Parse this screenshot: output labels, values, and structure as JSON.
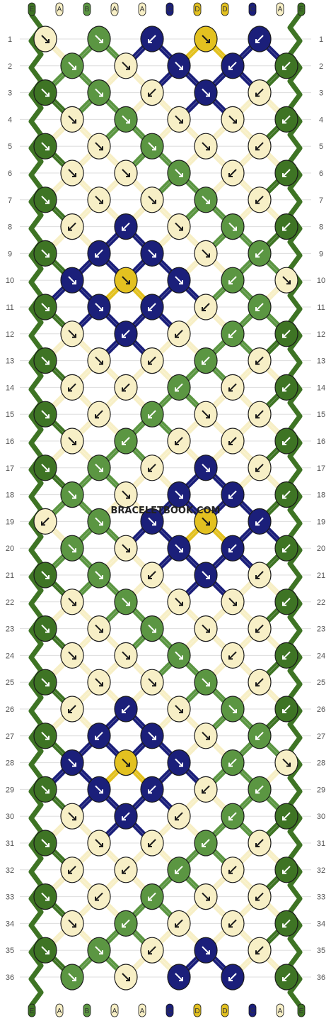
{
  "watermark": "BRACELETBOOK.COM",
  "strand_labels_top": [
    "E",
    "A",
    "B",
    "A",
    "A",
    "C",
    "D",
    "D",
    "C",
    "A",
    "E"
  ],
  "strand_labels_bottom": [
    "E",
    "A",
    "B",
    "A",
    "A",
    "C",
    "D",
    "D",
    "C",
    "A",
    "E"
  ],
  "row_count": 36,
  "colors": {
    "A": "#f7efc6",
    "B": "#5b9642",
    "C": "#1b1f7a",
    "D": "#e3c120",
    "E": "#3e7424",
    "outline": "#1a1a1a",
    "grid": "#dddddd"
  },
  "knot_colors": [
    [
      "A",
      "B",
      "C",
      "D",
      "C"
    ],
    [
      "B",
      "A",
      "C",
      "C",
      "E"
    ],
    [
      "E",
      "B",
      "A",
      "C",
      "A"
    ],
    [
      "A",
      "B",
      "A",
      "A",
      "E"
    ],
    [
      "E",
      "A",
      "B",
      "A",
      "A"
    ],
    [
      "A",
      "A",
      "B",
      "A",
      "E"
    ],
    [
      "E",
      "A",
      "A",
      "B",
      "A"
    ],
    [
      "A",
      "C",
      "A",
      "B",
      "E"
    ],
    [
      "E",
      "C",
      "C",
      "A",
      "B"
    ],
    [
      "C",
      "D",
      "C",
      "B",
      "A"
    ],
    [
      "E",
      "C",
      "C",
      "A",
      "B"
    ],
    [
      "A",
      "C",
      "A",
      "B",
      "E"
    ],
    [
      "E",
      "A",
      "A",
      "B",
      "A"
    ],
    [
      "A",
      "A",
      "B",
      "A",
      "E"
    ],
    [
      "E",
      "A",
      "B",
      "A",
      "A"
    ],
    [
      "A",
      "B",
      "A",
      "A",
      "E"
    ],
    [
      "E",
      "B",
      "A",
      "C",
      "A"
    ],
    [
      "B",
      "A",
      "C",
      "C",
      "E"
    ],
    [
      "A",
      "B",
      "C",
      "D",
      "C"
    ],
    [
      "B",
      "A",
      "C",
      "C",
      "E"
    ],
    [
      "E",
      "B",
      "A",
      "C",
      "A"
    ],
    [
      "A",
      "B",
      "A",
      "A",
      "E"
    ],
    [
      "E",
      "A",
      "B",
      "A",
      "A"
    ],
    [
      "A",
      "A",
      "B",
      "A",
      "E"
    ],
    [
      "E",
      "A",
      "A",
      "B",
      "A"
    ],
    [
      "A",
      "C",
      "A",
      "B",
      "E"
    ],
    [
      "E",
      "C",
      "C",
      "A",
      "B"
    ],
    [
      "C",
      "D",
      "C",
      "B",
      "A"
    ],
    [
      "E",
      "C",
      "C",
      "A",
      "B"
    ],
    [
      "A",
      "C",
      "A",
      "B",
      "E"
    ],
    [
      "E",
      "A",
      "A",
      "B",
      "A"
    ],
    [
      "A",
      "A",
      "B",
      "A",
      "E"
    ],
    [
      "E",
      "A",
      "B",
      "A",
      "A"
    ],
    [
      "A",
      "B",
      "A",
      "A",
      "E"
    ],
    [
      "E",
      "B",
      "A",
      "C",
      "A"
    ],
    [
      "B",
      "A",
      "C",
      "C",
      "E"
    ]
  ],
  "knot_arrows": [
    [
      "se",
      "se",
      "sw",
      "se",
      "sw"
    ],
    [
      "se",
      "se",
      "se",
      "sw",
      "sw"
    ],
    [
      "se",
      "se",
      "sw",
      "se",
      "sw"
    ],
    [
      "se",
      "se",
      "se",
      "se",
      "sw"
    ],
    [
      "se",
      "se",
      "se",
      "se",
      "sw"
    ],
    [
      "se",
      "se",
      "se",
      "sw",
      "sw"
    ],
    [
      "se",
      "se",
      "se",
      "se",
      "sw"
    ],
    [
      "sw",
      "sw",
      "se",
      "se",
      "sw"
    ],
    [
      "se",
      "sw",
      "se",
      "se",
      "sw"
    ],
    [
      "se",
      "se",
      "se",
      "sw",
      "se"
    ],
    [
      "se",
      "se",
      "sw",
      "sw",
      "sw"
    ],
    [
      "se",
      "sw",
      "sw",
      "sw",
      "sw"
    ],
    [
      "se",
      "se",
      "sw",
      "sw",
      "sw"
    ],
    [
      "sw",
      "sw",
      "sw",
      "sw",
      "sw"
    ],
    [
      "se",
      "sw",
      "sw",
      "se",
      "sw"
    ],
    [
      "se",
      "sw",
      "sw",
      "sw",
      "sw"
    ],
    [
      "se",
      "se",
      "sw",
      "se",
      "sw"
    ],
    [
      "se",
      "se",
      "se",
      "sw",
      "sw"
    ],
    [
      "sw",
      "se",
      "se",
      "se",
      "sw"
    ],
    [
      "se",
      "se",
      "se",
      "sw",
      "sw"
    ],
    [
      "se",
      "se",
      "sw",
      "se",
      "sw"
    ],
    [
      "se",
      "se",
      "se",
      "se",
      "sw"
    ],
    [
      "se",
      "se",
      "se",
      "se",
      "sw"
    ],
    [
      "se",
      "se",
      "se",
      "sw",
      "sw"
    ],
    [
      "se",
      "se",
      "se",
      "se",
      "sw"
    ],
    [
      "sw",
      "sw",
      "se",
      "se",
      "sw"
    ],
    [
      "se",
      "sw",
      "se",
      "se",
      "sw"
    ],
    [
      "se",
      "se",
      "se",
      "sw",
      "se"
    ],
    [
      "se",
      "se",
      "sw",
      "sw",
      "sw"
    ],
    [
      "se",
      "sw",
      "sw",
      "sw",
      "sw"
    ],
    [
      "se",
      "se",
      "sw",
      "sw",
      "sw"
    ],
    [
      "sw",
      "sw",
      "sw",
      "sw",
      "sw"
    ],
    [
      "se",
      "sw",
      "sw",
      "se",
      "sw"
    ],
    [
      "se",
      "sw",
      "sw",
      "sw",
      "sw"
    ],
    [
      "se",
      "se",
      "sw",
      "se",
      "sw"
    ],
    [
      "se",
      "se",
      "se",
      "sw",
      "sw"
    ]
  ]
}
